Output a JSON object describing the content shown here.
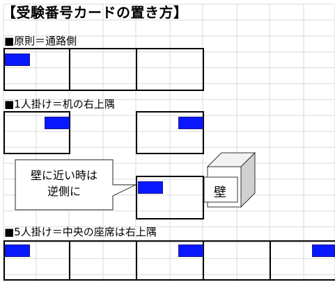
{
  "title": "【受験番号カードの置き方】",
  "sections": [
    {
      "heading": "■原則＝通路側"
    },
    {
      "heading": "■1人掛け＝机の右上隅"
    },
    {
      "heading": "■5人掛け＝中央の座席は右上隅"
    }
  ],
  "callout": {
    "line1": "壁に近い時は",
    "line2": "逆側に"
  },
  "wall": {
    "label": "壁"
  },
  "colors": {
    "card": "#0a18ff",
    "grid": "#d9d9d9",
    "wall_front": "#ffffff",
    "wall_side": "#d0d0d0"
  }
}
